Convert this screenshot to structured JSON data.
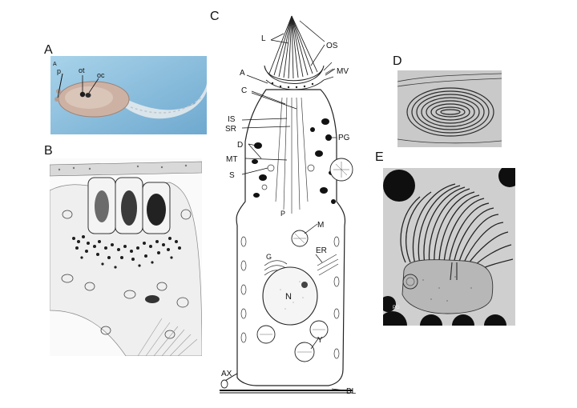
{
  "panels": {
    "a": {
      "letter": "A",
      "labels": {
        "inset": "A",
        "p": "p",
        "ot": "ot",
        "oc": "oc"
      }
    },
    "b": {
      "letter": "B"
    },
    "c": {
      "letter": "C",
      "labels": {
        "L": "L",
        "OS": "OS",
        "A": "A",
        "MV": "MV",
        "C": "C",
        "IS": "IS",
        "SR": "SR",
        "D": "D",
        "PG": "PG",
        "MT": "MT",
        "S": "S",
        "P": "P",
        "M": "M",
        "G": "G",
        "ER": "ER",
        "N": "N",
        "Y": "Y",
        "AX": "AX",
        "BL": "BL"
      }
    },
    "d": {
      "letter": "D"
    },
    "e": {
      "letter": "E",
      "labels": {
        "pg": "PG"
      }
    }
  },
  "colors": {
    "photo_bg": "#8fc1dd",
    "larva": "#cdb2a4",
    "em_bg": "#c9c9c9",
    "ink": "#111111"
  }
}
